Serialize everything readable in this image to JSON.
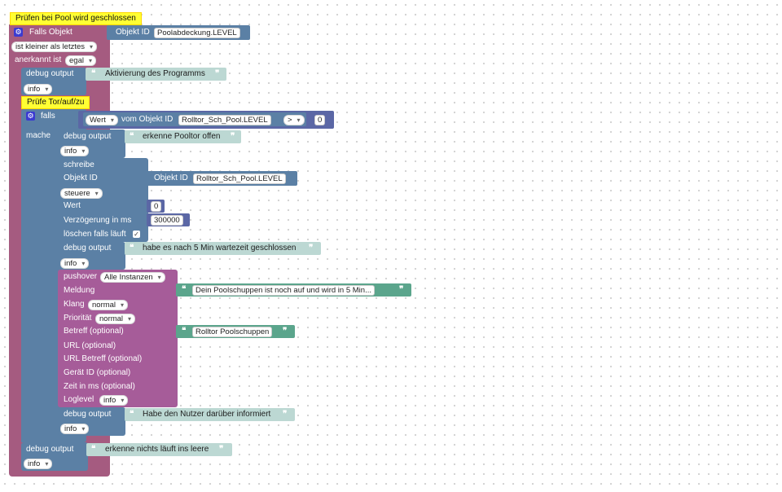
{
  "colors": {
    "event_block": "#a55b80",
    "logic_block": "#5b80a5",
    "text_block": "#bcd8d3",
    "pushover_block": "#a65c99",
    "comment": "#ffff33"
  },
  "comments": {
    "main": "Prüfen bei Pool wird geschlossen",
    "inner": "Prüfe Tor/auf/zu"
  },
  "trigger": {
    "falls_objekt_label": "Falls Objekt",
    "objekt_id_label": "Objekt ID",
    "objekt_id_value": "Poolabdeckung.LEVEL",
    "condition_value": "ist kleiner als letztes",
    "anerkannt_label": "anerkannt ist",
    "anerkannt_value": "egal"
  },
  "debug1": {
    "label": "debug output",
    "text": "Aktivierung des Programms",
    "level": "info"
  },
  "if_block": {
    "falls_label": "falls",
    "mache_label": "mache",
    "wert_value": "Wert",
    "vom_objekt_label": "vom Objekt ID",
    "object": "Rolltor_Sch_Pool.LEVEL",
    "operator": ">",
    "compare_value": "0"
  },
  "debug2": {
    "label": "debug output",
    "text": "erkenne Pooltor offen",
    "level": "info"
  },
  "schreibe": {
    "title": "schreibe",
    "objekt_id_label": "Objekt ID",
    "objekt_id_inner_label": "Objekt ID",
    "object": "Rolltor_Sch_Pool.LEVEL",
    "mode": "steuere",
    "wert_label": "Wert",
    "wert_value": "0",
    "delay_label": "Verzögerung in ms",
    "delay_value": "300000",
    "clear_label": "löschen falls läuft",
    "clear_checked": "✓"
  },
  "debug3": {
    "label": "debug output",
    "text": "habe es nach 5 Min wartezeit geschlossen",
    "level": "info"
  },
  "pushover": {
    "title": "pushover",
    "instance": "Alle Instanzen",
    "meldung_label": "Meldung",
    "meldung_text": "Dein Poolschuppen ist noch auf und wird in 5 Min...",
    "klang_label": "Klang",
    "klang_value": "normal",
    "prio_label": "Priorität",
    "prio_value": "normal",
    "betreff_label": "Betreff (optional)",
    "betreff_text": "Rolltor Poolschuppen",
    "url_label": "URL (optional)",
    "url_betreff_label": "URL Betreff (optional)",
    "geraet_label": "Gerät ID (optional)",
    "zeit_label": "Zeit in ms (optional)",
    "loglevel_label": "Loglevel",
    "loglevel_value": "info"
  },
  "debug4": {
    "label": "debug output",
    "text": "Habe den Nutzer darüber informiert",
    "level": "info"
  },
  "debug5": {
    "label": "debug output",
    "text": "erkenne nichts läuft ins leere",
    "level": "info"
  }
}
